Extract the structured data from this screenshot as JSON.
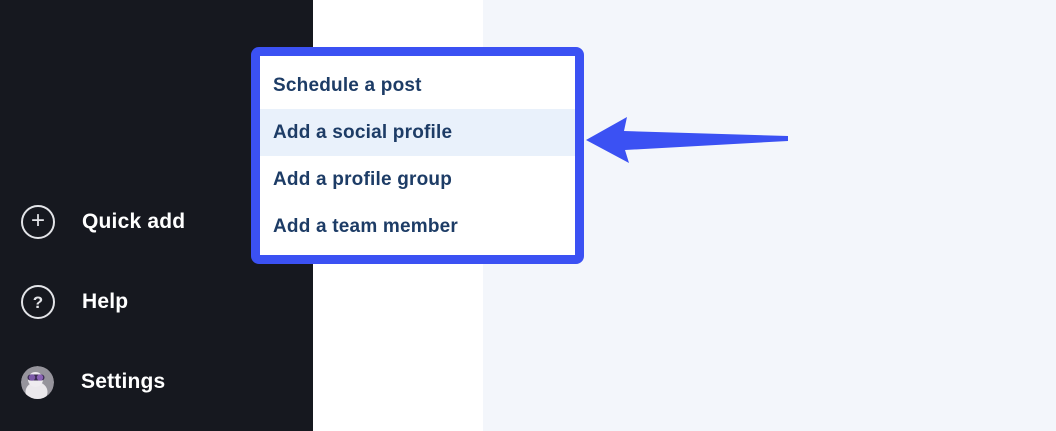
{
  "sidebar": {
    "items": [
      {
        "label": "Quick add",
        "icon": "plus-circle-icon"
      },
      {
        "label": "Help",
        "icon": "question-circle-icon"
      },
      {
        "label": "Settings",
        "icon": "user-avatar"
      }
    ]
  },
  "quick_add_menu": {
    "items": [
      {
        "label": "Schedule a post",
        "highlighted": false
      },
      {
        "label": "Add a social profile",
        "highlighted": true
      },
      {
        "label": "Add a profile group",
        "highlighted": false
      },
      {
        "label": "Add a team member",
        "highlighted": false
      }
    ]
  },
  "icons": {
    "plus": "+",
    "question": "?"
  },
  "annotations": {
    "arrow": "left-pointing-arrow highlighting 'Add a social profile'"
  },
  "colors": {
    "sidebar_bg": "#16181f",
    "popup_border": "#3b51f3",
    "arrow_blue": "#3b51f3",
    "menu_text": "#1d3c66",
    "menu_highlight_bg": "#e9f1fb",
    "main_bg": "#f3f6fb",
    "white": "#ffffff"
  }
}
